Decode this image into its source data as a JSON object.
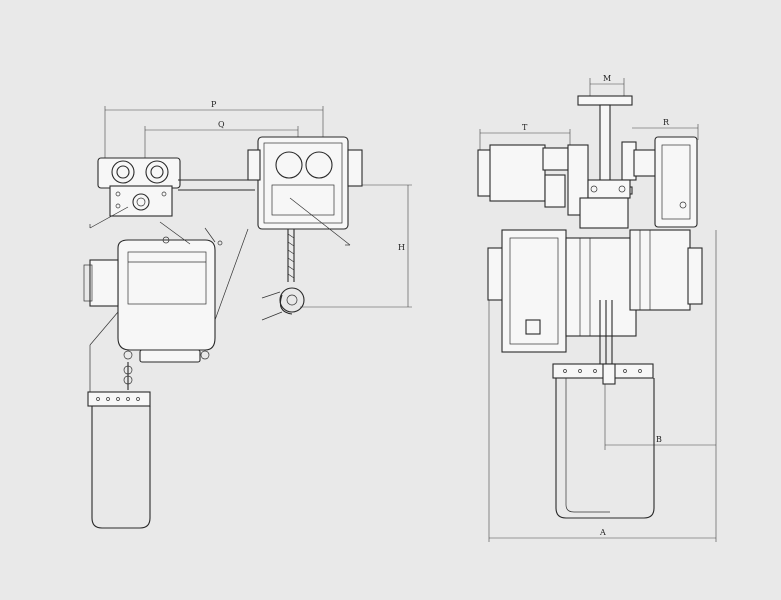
{
  "labels": {
    "P": "P",
    "Q": "Q",
    "H": "H",
    "M": "M",
    "T": "T",
    "R": "R",
    "B": "B",
    "A": "A"
  },
  "colors": {
    "background": "#e9e9e9",
    "line": "#2a2a2a"
  }
}
